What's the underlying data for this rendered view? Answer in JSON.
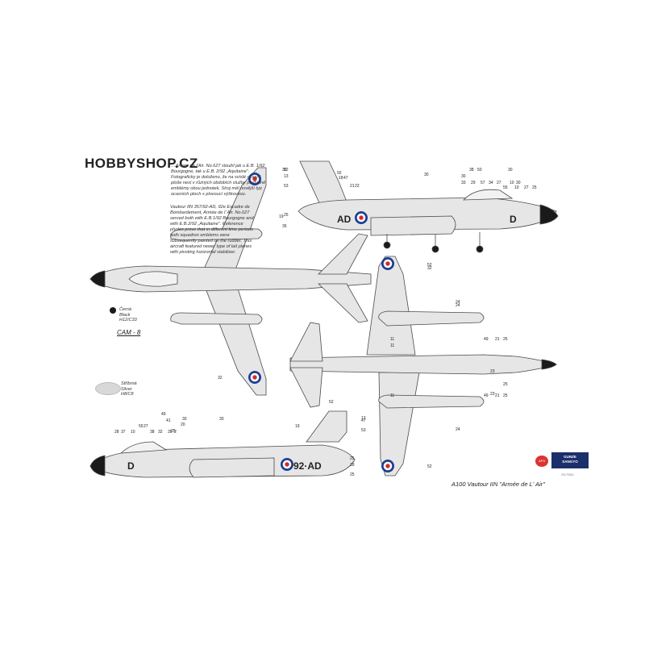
{
  "watermark": "HOBBYSHOP.CZ",
  "description_cz": "…Armée de l'Air. No.627 sloužil jak u E.B. 1/92 Bourgogne, tak u E.B. 2/92 „Aquitaine\". Fotograficky je doloženo, že na svislé ocasní ploše nesl v různých obdobích služby postupně emblémy obou jednotek. Stroj měl novější typ ocasních ploch s plovoucí výškovkou.",
  "description_en": "Vautour IIN 357/92-AD, 92e Escadre de Bombardement, Armée de l' Air. No.627 served both with E.B.1/92 Bourgogne and with E.B.2/92 „Aquitaine\". Reference photos prove that in different time periods both squadron emblems were subsequently painted on the rudder. This aircraft featured newer type of tail planes with pivoting horizontal stabilizer.",
  "colors": {
    "black": {
      "label": "Černá\nBlack\nH12/C33",
      "hex": "#1a1a1a"
    },
    "silver": {
      "label": "Stříbrná\nSilver\nH8/C8",
      "hex": "#d8d8d8"
    },
    "aircraft": "#e6e6e6",
    "outline": "#4a4a4a",
    "roundel_blue": "#1c3f94",
    "roundel_red": "#d32a2a",
    "callout_green": "#2e8b57"
  },
  "camo_label": "CAM - 8",
  "caption": "A100 Vautour IIN \"Armée de L' Air\"",
  "small_code": "20170304",
  "logo_gunze": "GUNZE\nSANGYO",
  "logo_aps": "APS",
  "markings": {
    "fuselage_code_left": "AD",
    "fuselage_code_right": "92·AD",
    "nose_letter": "D",
    "tail_number": "92"
  },
  "callouts": {
    "top_side": [
      "52",
      "13",
      "53",
      "18",
      "47",
      "21",
      "22",
      "30",
      "38",
      "50",
      "30",
      "30",
      "33",
      "29",
      "57",
      "34",
      "27",
      "10",
      "30",
      "55",
      "10",
      "27",
      "25",
      "19",
      "25",
      "35"
    ],
    "bottom_side": [
      "30",
      "19",
      "53",
      "13",
      "47",
      "52",
      "49",
      "41",
      "25",
      "30",
      "20",
      "55",
      "27",
      "38",
      "32",
      "35",
      "28",
      "37",
      "10",
      "2",
      "25",
      "18",
      "25"
    ],
    "underside": [
      "24",
      "11",
      "11",
      "49",
      "21",
      "25",
      "11",
      "49",
      "21",
      "25",
      "24",
      "23",
      "23",
      "25",
      "52",
      "52",
      "24",
      "32"
    ],
    "planform": [
      "32",
      "32"
    ]
  },
  "icons": [
    "french-roundel-icon"
  ]
}
